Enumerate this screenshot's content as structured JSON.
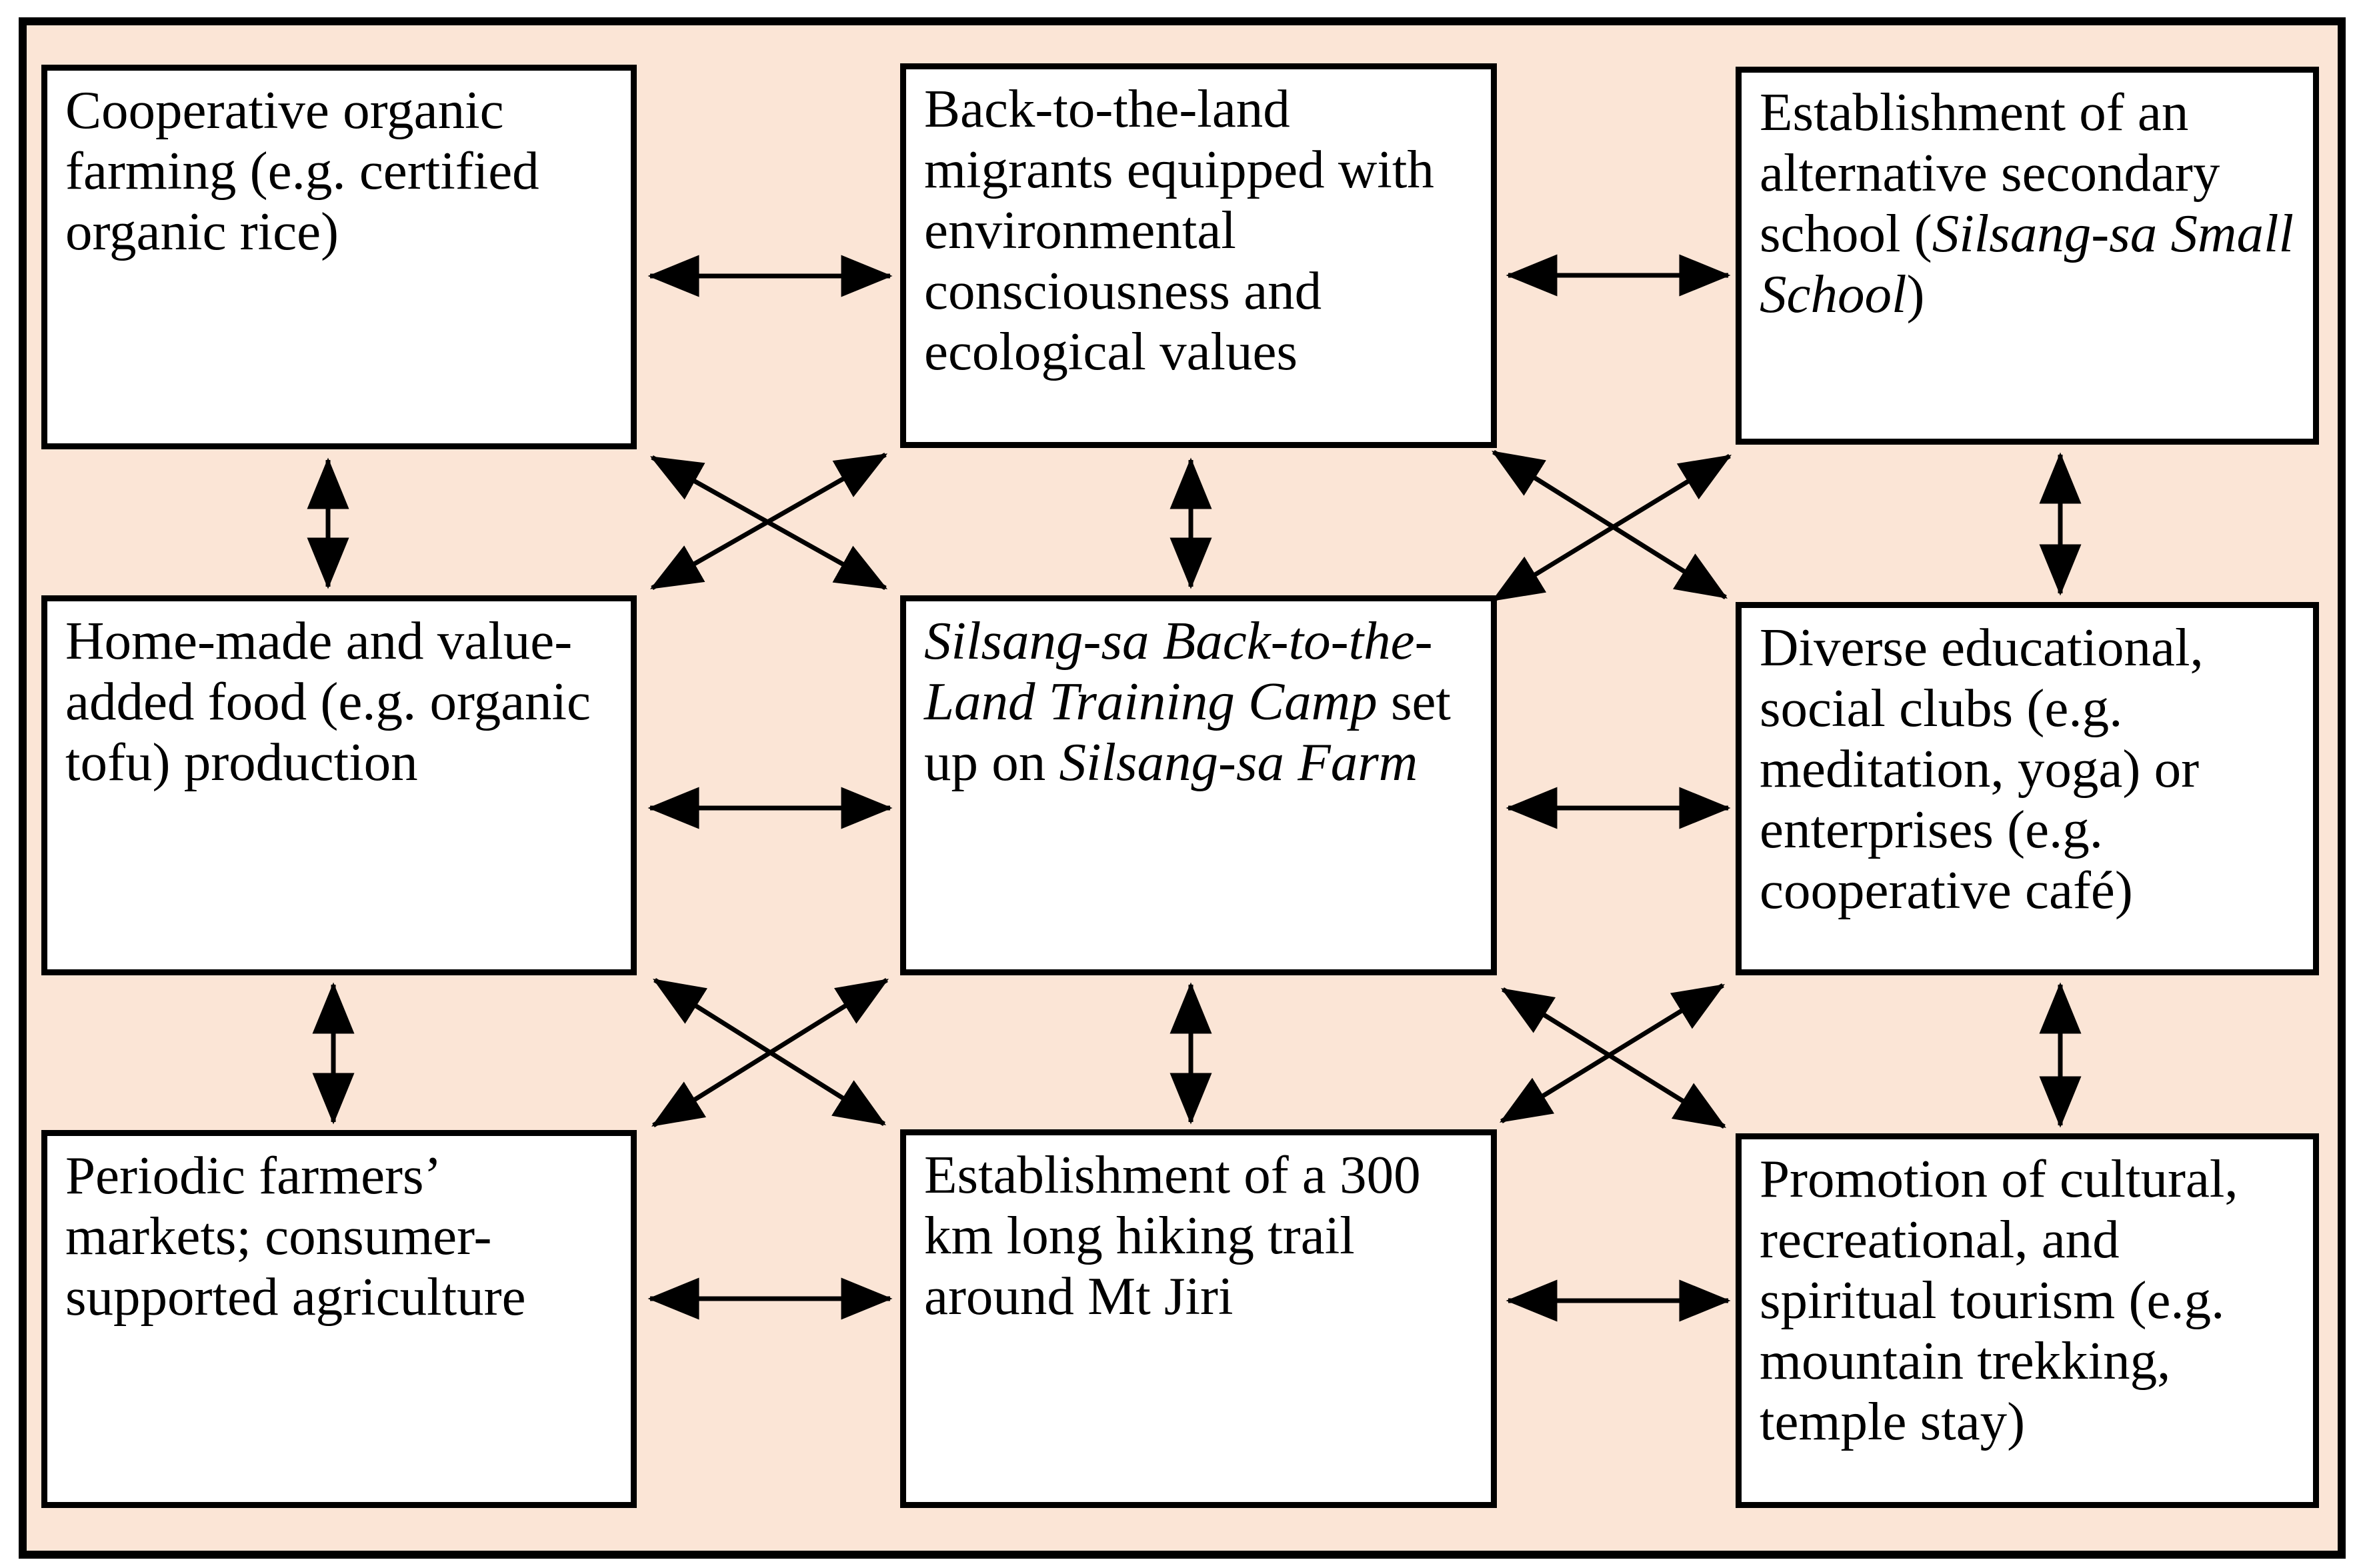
{
  "figure": {
    "type": "relationship-diagram",
    "background_color": "#fbe5d6",
    "box_fill_color": "#ffffff",
    "border_color": "#000000",
    "arrow_style": "double-headed"
  },
  "boxes": [
    {
      "id": "top-left",
      "runs": [
        {
          "text": "Cooperative organic farming (e.g. certified organic rice)",
          "italic": false
        }
      ]
    },
    {
      "id": "top-center",
      "runs": [
        {
          "text": "Back-to-the-land migrants equipped with environmental consciousness and ecological values",
          "italic": false
        }
      ]
    },
    {
      "id": "top-right",
      "runs": [
        {
          "text": "Establishment of an alternative secondary school (",
          "italic": false
        },
        {
          "text": "Silsang-sa Small School",
          "italic": true
        },
        {
          "text": ")",
          "italic": false
        }
      ]
    },
    {
      "id": "middle-left",
      "runs": [
        {
          "text": "Home-made and value-added food (e.g. organic tofu) production",
          "italic": false
        }
      ]
    },
    {
      "id": "center",
      "runs": [
        {
          "text": "Silsang-sa Back-to-the-Land Training Camp",
          "italic": true
        },
        {
          "text": " set up on ",
          "italic": false
        },
        {
          "text": "Silsang-sa Farm",
          "italic": true
        }
      ]
    },
    {
      "id": "middle-right",
      "runs": [
        {
          "text": "Diverse educational, social clubs (e.g. meditation, yoga) or enterprises (e.g. cooperative café)",
          "italic": false
        }
      ]
    },
    {
      "id": "bottom-left",
      "runs": [
        {
          "text": "Periodic farmers’ markets; consumer-supported agriculture",
          "italic": false
        }
      ]
    },
    {
      "id": "bottom-center",
      "runs": [
        {
          "text": "Establishment of a 300 km long hiking trail around Mt Jiri",
          "italic": false
        }
      ]
    },
    {
      "id": "bottom-right",
      "runs": [
        {
          "text": "Promotion of cultural, recreational, and spiritual tourism (e.g. mountain trekking, temple stay)",
          "italic": false
        }
      ]
    }
  ],
  "connections": [
    {
      "from": "top-left",
      "to": "top-center",
      "type": "double-arrow"
    },
    {
      "from": "top-center",
      "to": "top-right",
      "type": "double-arrow"
    },
    {
      "from": "middle-left",
      "to": "center",
      "type": "double-arrow"
    },
    {
      "from": "center",
      "to": "middle-right",
      "type": "double-arrow"
    },
    {
      "from": "bottom-left",
      "to": "bottom-center",
      "type": "double-arrow"
    },
    {
      "from": "bottom-center",
      "to": "bottom-right",
      "type": "double-arrow"
    },
    {
      "from": "top-left",
      "to": "middle-left",
      "type": "double-arrow"
    },
    {
      "from": "top-center",
      "to": "center",
      "type": "double-arrow"
    },
    {
      "from": "top-right",
      "to": "middle-right",
      "type": "double-arrow"
    },
    {
      "from": "middle-left",
      "to": "bottom-left",
      "type": "double-arrow"
    },
    {
      "from": "center",
      "to": "bottom-center",
      "type": "double-arrow"
    },
    {
      "from": "middle-right",
      "to": "bottom-right",
      "type": "double-arrow"
    },
    {
      "from": "top-left",
      "to": "center",
      "type": "double-arrow"
    },
    {
      "from": "top-center",
      "to": "middle-left",
      "type": "double-arrow"
    },
    {
      "from": "top-center",
      "to": "middle-right",
      "type": "double-arrow"
    },
    {
      "from": "top-right",
      "to": "center",
      "type": "double-arrow"
    },
    {
      "from": "middle-left",
      "to": "bottom-center",
      "type": "double-arrow"
    },
    {
      "from": "center",
      "to": "bottom-left",
      "type": "double-arrow"
    },
    {
      "from": "center",
      "to": "bottom-right",
      "type": "double-arrow"
    },
    {
      "from": "middle-right",
      "to": "bottom-center",
      "type": "double-arrow"
    }
  ]
}
